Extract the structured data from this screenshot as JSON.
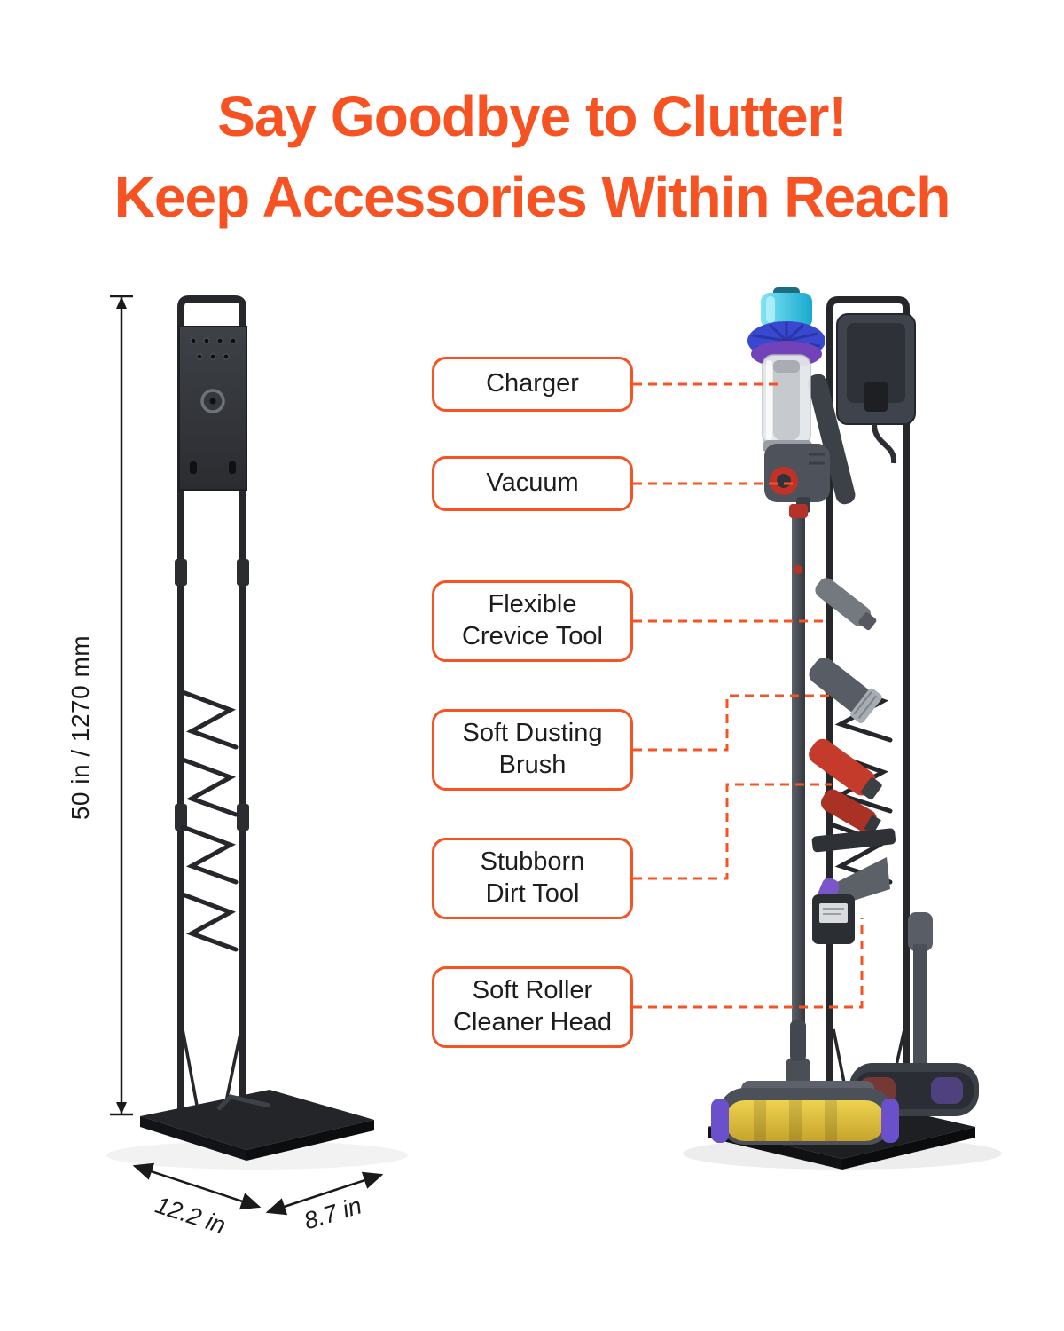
{
  "colors": {
    "accent": "#F75322",
    "ink": "#1D1D1F",
    "background": "#FFFFFF"
  },
  "title": {
    "line1": "Say Goodbye to Clutter!",
    "line2": "Keep Accessories Within Reach"
  },
  "left_figure": {
    "dimensions": {
      "height": "50 in / 1270 mm",
      "base_depth": "12.2 in",
      "base_width": "8.7 in"
    }
  },
  "callouts": [
    {
      "label": "Charger"
    },
    {
      "label": "Vacuum"
    },
    {
      "label": "Flexible\nCrevice Tool"
    },
    {
      "label": "Soft Dusting\nBrush"
    },
    {
      "label": "Stubborn\nDirt Tool"
    },
    {
      "label": "Soft Roller\nCleaner Head"
    }
  ]
}
